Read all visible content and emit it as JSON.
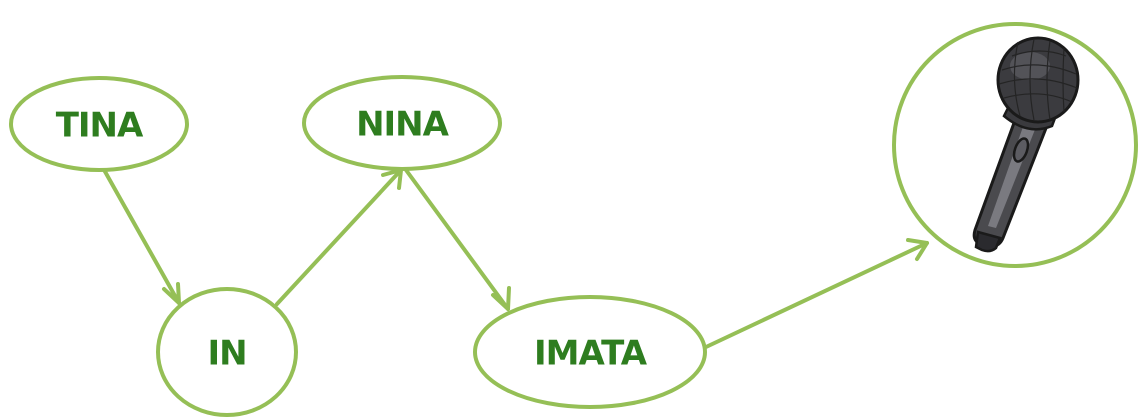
{
  "diagram": {
    "nodes": [
      {
        "id": "tina",
        "label": "TINA"
      },
      {
        "id": "in",
        "label": "IN"
      },
      {
        "id": "nina",
        "label": "NINA"
      },
      {
        "id": "imata",
        "label": "IMATA"
      },
      {
        "id": "microphone",
        "label": "",
        "icon": "microphone-icon"
      }
    ],
    "edges": [
      {
        "from": "tina",
        "to": "in"
      },
      {
        "from": "in",
        "to": "nina"
      },
      {
        "from": "nina",
        "to": "imata"
      },
      {
        "from": "imata",
        "to": "microphone"
      }
    ],
    "colors": {
      "outline": "#95bf56",
      "text": "#2e7d1f",
      "background": "#ffffff"
    }
  }
}
